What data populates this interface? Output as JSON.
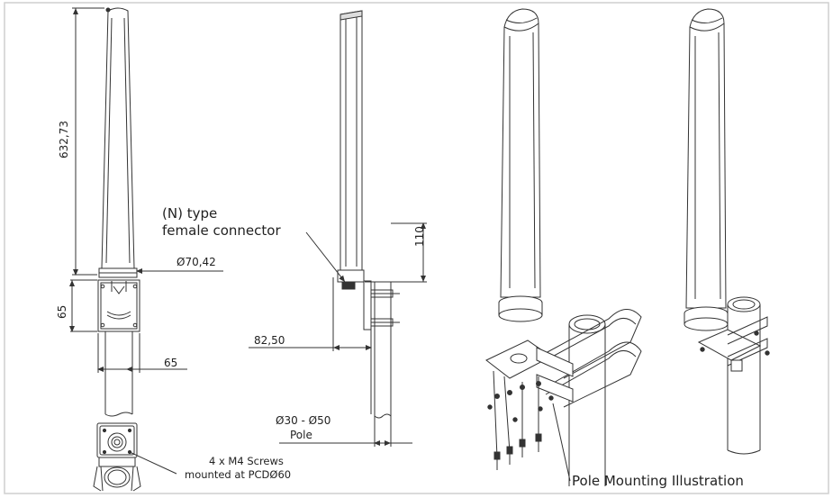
{
  "dimensions": {
    "height_total": "632,73",
    "diameter_base": "Ø70,42",
    "bracket_height": "65",
    "bracket_width": "65",
    "connector_height": "110",
    "offset": "82,50"
  },
  "labels": {
    "connector_line1": "(N) type",
    "connector_line2": "female connector",
    "pole_range": "Ø30 - Ø50",
    "pole": "Pole",
    "screws_line1": "4 x M4 Screws",
    "screws_line2": "mounted at PCDØ60",
    "illustration": "Pole Mounting Illustration"
  }
}
